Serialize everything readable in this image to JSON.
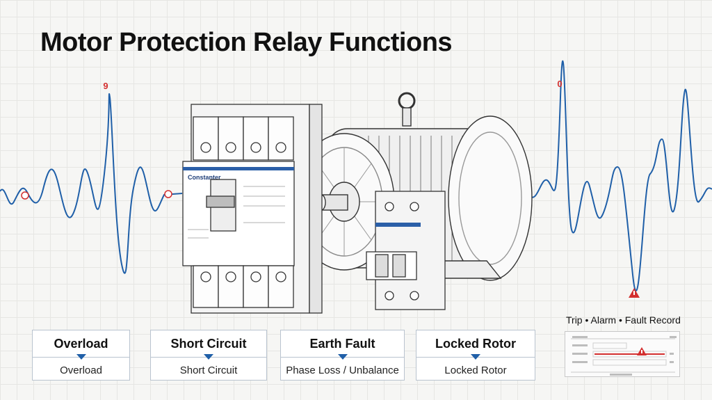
{
  "title": "Motor Protection Relay Functions",
  "peak_labels": {
    "left": "9",
    "right": "0"
  },
  "breaker_brand": "Constanter",
  "cards": [
    {
      "heading": "Overload",
      "subtitle": "Overload"
    },
    {
      "heading": "Short Circuit",
      "subtitle": "Short Circuit"
    },
    {
      "heading": "Earth Fault",
      "subtitle": "Phase Loss / Unbalance"
    },
    {
      "heading": "Locked Rotor",
      "subtitle": "Locked Rotor"
    }
  ],
  "record_panel": {
    "title": "Trip • Alarm • Fault Record"
  },
  "colors": {
    "waveform": "#1f5fa8",
    "accent_red": "#d32f2f",
    "breaker_stripe": "#2b5fa8"
  }
}
